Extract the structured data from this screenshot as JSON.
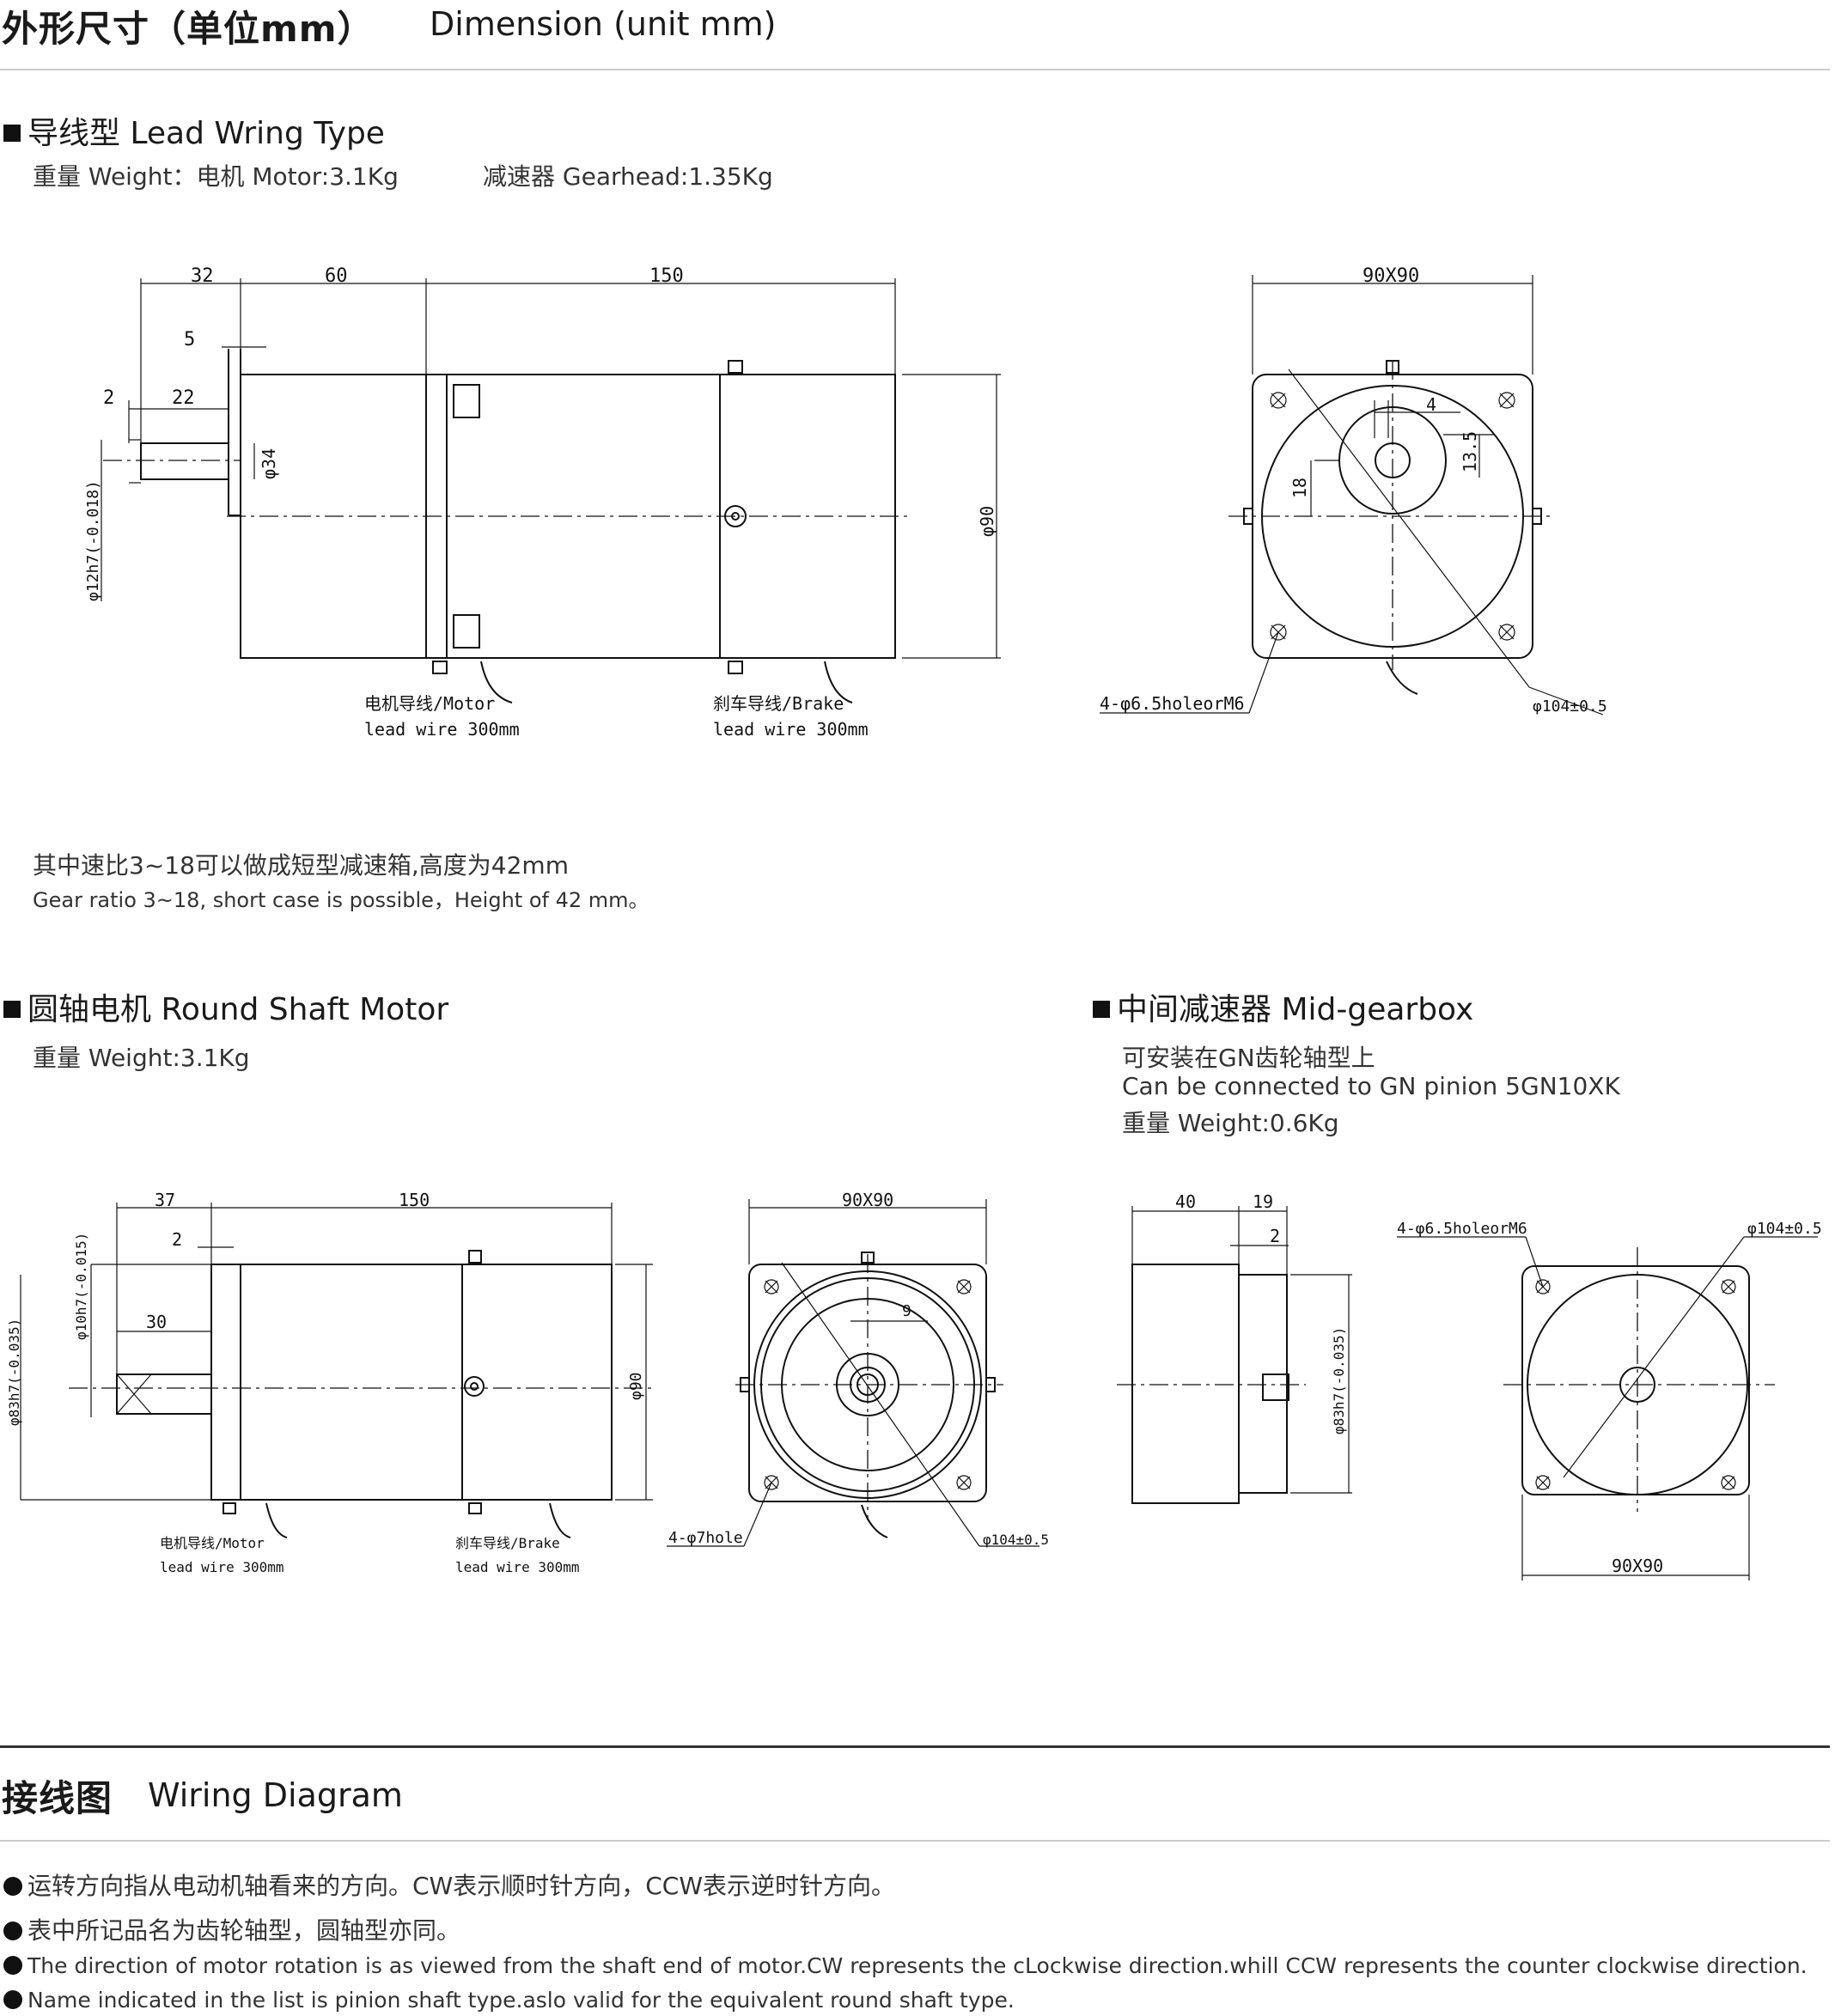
{
  "header": {
    "title_cn": "外形尺寸（单位mm）",
    "title_en": "Dimension (unit mm)"
  },
  "lead": {
    "title": "导线型 Lead Wring Type",
    "weight_motor": "重量 Weight：电机 Motor:3.1Kg",
    "weight_gear": "减速器 Gearhead:1.35Kg",
    "dims": {
      "d32": "32",
      "d60": "60",
      "d150": "150",
      "d5": "5",
      "d2": "2",
      "d22": "22",
      "phi34": "φ34",
      "phi12": "φ12h7(-0.018)",
      "phi90": "φ90",
      "sq": "90X90",
      "d4": "4",
      "d135": "13.5",
      "d18": "18",
      "holes": "4-φ6.5holeorM6",
      "pcd": "φ104±0.5"
    },
    "motor_wire_1": "电机导线/Motor",
    "motor_wire_2": "lead wire 300mm",
    "brake_wire_1": "刹车导线/Brake",
    "brake_wire_2": "lead wire 300mm",
    "note_cn": "其中速比3~18可以做成短型减速箱,高度为42mm",
    "note_en": "Gear ratio 3~18, short case is possible，Height of 42 mm。"
  },
  "round": {
    "title": "圆轴电机 Round Shaft Motor",
    "weight": "重量 Weight:3.1Kg",
    "dims": {
      "d37": "37",
      "d150": "150",
      "d2": "2",
      "d30": "30",
      "phi10": "φ10h7(-0.015)",
      "phi83": "φ83h7(-0.035)",
      "phi90": "φ90",
      "sq": "90X90",
      "d9": "9",
      "holes": "4-φ7hole",
      "pcd": "φ104±0.5"
    },
    "motor_wire_1": "电机导线/Motor",
    "motor_wire_2": "lead wire 300mm",
    "brake_wire_1": "刹车导线/Brake",
    "brake_wire_2": "lead wire 300mm"
  },
  "mid": {
    "title": "中间减速器 Mid-gearbox",
    "line1": "可安装在GN齿轮轴型上",
    "line2": "Can be connected to GN pinion 5GN10XK",
    "weight": "重量 Weight:0.6Kg",
    "dims": {
      "d40": "40",
      "d19": "19",
      "d2": "2",
      "phi83": "φ83h7(-0.035)",
      "holes": "4-φ6.5holeorM6",
      "pcd": "φ104±0.5",
      "sq": "90X90"
    }
  },
  "wiring": {
    "title_cn": "接线图",
    "title_en": "Wiring Diagram",
    "b1": "运转方向指从电动机轴看来的方向。CW表示顺时针方向，CCW表示逆时针方向。",
    "b2": "表中所记品名为齿轮轴型，圆轴型亦同。",
    "b3": "The direction of motor rotation is as viewed from the shaft end of motor.CW represents the cLockwise direction.whill CCW represents the counter clockwise direction.",
    "b4": "Name indicated in the list is pinion shaft type.aslo valid for the equivalent round shaft type."
  }
}
